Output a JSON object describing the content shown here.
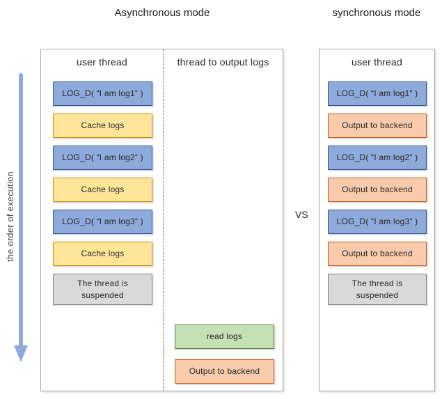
{
  "titles": {
    "async": "Asynchronous mode",
    "sync": "synchronous mode"
  },
  "vs_label": "VS",
  "execution_axis_label": "the order of execution",
  "async_panel": {
    "user_thread_header": "user thread",
    "output_thread_header": "thread to output logs",
    "user_thread_boxes": [
      {
        "type": "log",
        "label": "LOG_D( “I am log1” )"
      },
      {
        "type": "cache",
        "label": "Cache logs"
      },
      {
        "type": "log",
        "label": "LOG_D( “I am log2” )"
      },
      {
        "type": "cache",
        "label": "Cache logs"
      },
      {
        "type": "log",
        "label": "LOG_D( “I am log3” )"
      },
      {
        "type": "cache",
        "label": "Cache logs"
      },
      {
        "type": "suspended",
        "label": "The thread is suspended"
      }
    ],
    "output_thread_boxes": [
      {
        "type": "read",
        "label": "read logs"
      },
      {
        "type": "output",
        "label": "Output to backend"
      }
    ]
  },
  "sync_panel": {
    "user_thread_header": "user thread",
    "user_thread_boxes": [
      {
        "type": "log",
        "label": "LOG_D( “I am log1” )"
      },
      {
        "type": "output",
        "label": "Output to backend"
      },
      {
        "type": "log",
        "label": "LOG_D( “I am log2” )"
      },
      {
        "type": "output",
        "label": "Output to backend"
      },
      {
        "type": "log",
        "label": "LOG_D( “I am log3” )"
      },
      {
        "type": "output",
        "label": "Output to backend"
      },
      {
        "type": "suspended",
        "label": "The thread is suspended"
      }
    ]
  },
  "colors": {
    "log": {
      "fill": "#8EAADB",
      "border": "#2F5597"
    },
    "cache": {
      "fill": "#FFE599",
      "border": "#BF9000"
    },
    "output": {
      "fill": "#F8CBAD",
      "border": "#C55A11"
    },
    "read": {
      "fill": "#C5E0B4",
      "border": "#538135"
    },
    "suspended": {
      "fill": "#D9D9D9",
      "border": "#7F7F7F"
    },
    "arrow": "#8FAADC"
  }
}
